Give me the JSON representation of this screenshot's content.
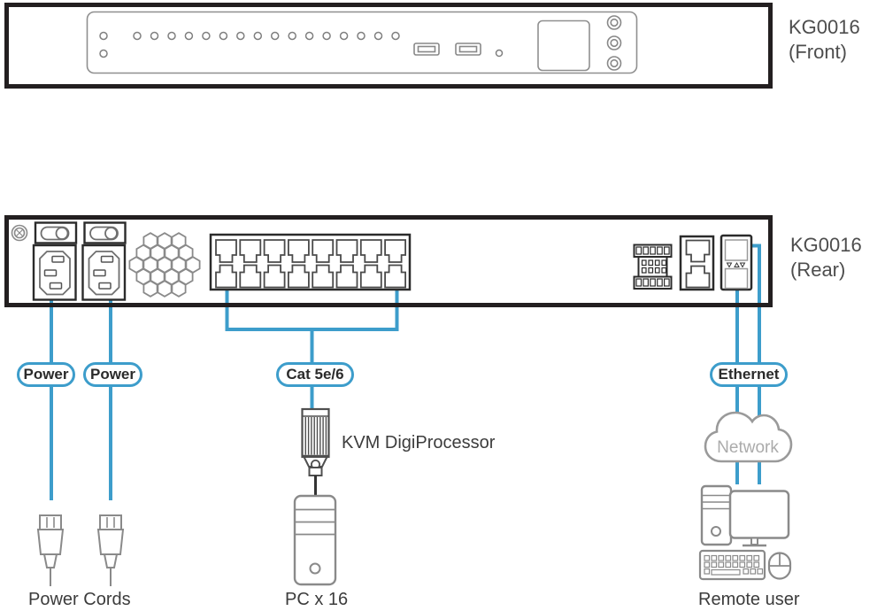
{
  "front_panel": {
    "model": "KG0016",
    "view": "(Front)"
  },
  "rear_panel": {
    "model": "KG0016",
    "view": "(Rear)"
  },
  "badges": {
    "power_left": "Power",
    "power_right": "Power",
    "cat": "Cat 5e/6",
    "ethernet": "Ethernet"
  },
  "labels": {
    "kvm_digiprocessor": "KVM DigiProcessor",
    "network": "Network",
    "power_cords": "Power Cords",
    "pc_count": "PC x 16",
    "remote_user": "Remote user"
  },
  "colors": {
    "cable_blue": "#3d9dcb",
    "panel_outline": "#231f20",
    "device_gray": "#8a8a8a",
    "text_dark": "#4d4d4d"
  }
}
